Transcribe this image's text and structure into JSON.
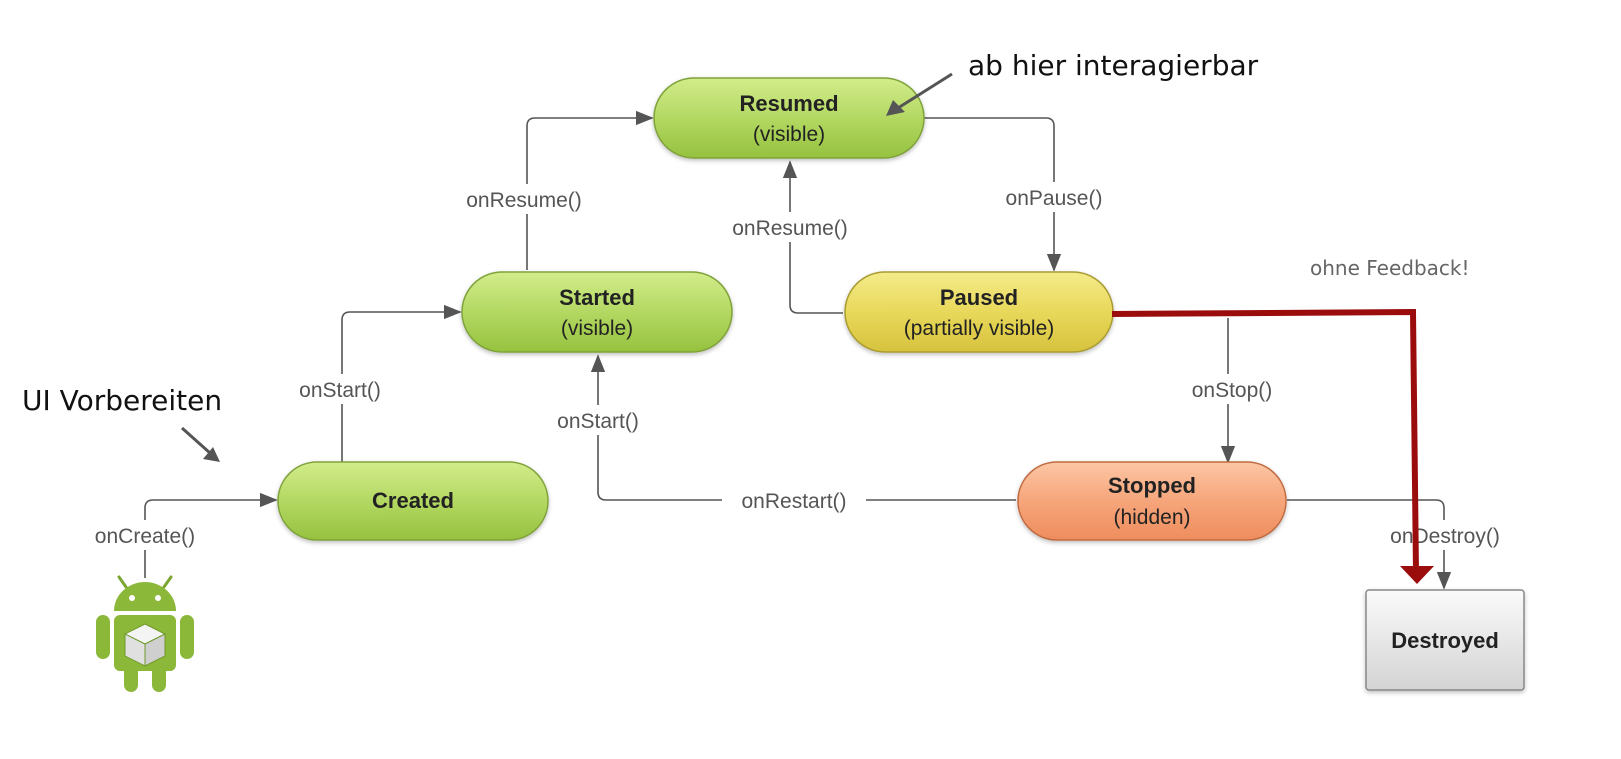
{
  "states": {
    "resumed": {
      "title": "Resumed",
      "sub": "(visible)"
    },
    "started": {
      "title": "Started",
      "sub": "(visible)"
    },
    "paused": {
      "title": "Paused",
      "sub": "(partially visible)"
    },
    "created": {
      "title": "Created"
    },
    "stopped": {
      "title": "Stopped",
      "sub": "(hidden)"
    },
    "destroyed": {
      "title": "Destroyed"
    }
  },
  "transitions": {
    "on_resume_from_started": "onResume()",
    "on_resume_from_paused": "onResume()",
    "on_pause": "onPause()",
    "on_start_from_created": "onStart()",
    "on_start_from_stopped": "onStart()",
    "on_stop": "onStop()",
    "on_restart": "onRestart()",
    "on_create": "onCreate()",
    "on_destroy": "onDestroy()"
  },
  "annotations": {
    "interactable": "ab hier interagierbar",
    "prepare_ui": "UI Vorbereiten",
    "no_feedback": "ohne Feedback!"
  },
  "colors": {
    "state_green": "#a6cf50",
    "state_yellow": "#e6d44e",
    "state_orange": "#f49a6c",
    "state_gray": "#e2e2e2",
    "edge": "#555555",
    "highlight_arrow": "#9b0d0d",
    "android_green": "#8cb83a"
  },
  "icons": {
    "android_logo": "android-robot-icon"
  }
}
